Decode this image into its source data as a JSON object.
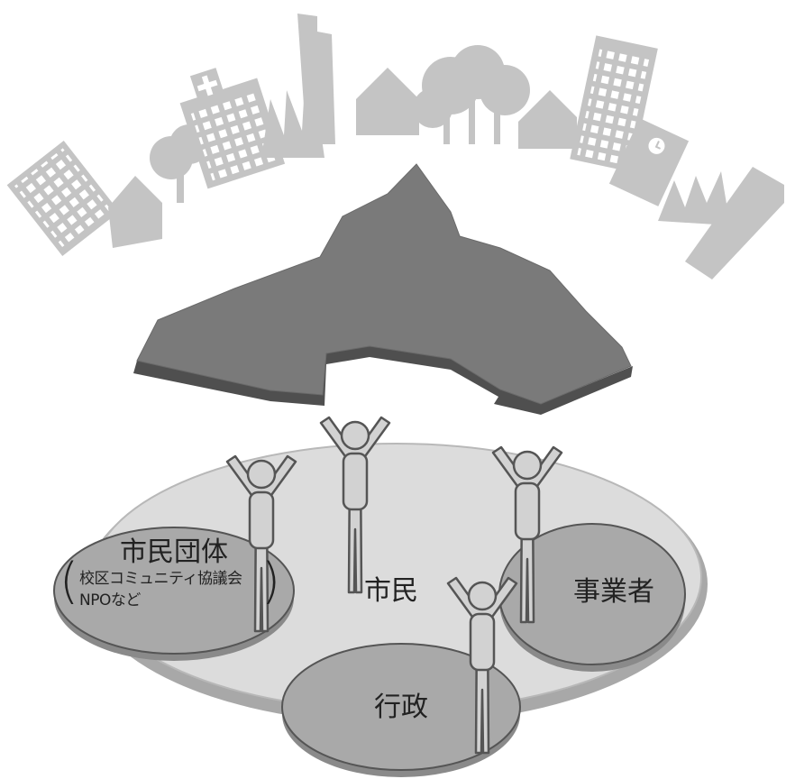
{
  "labels": {
    "shimin_dantai": "市民団体",
    "dantai_detail_1": "校区コミュニティ協議会",
    "dantai_detail_2": "NPOなど",
    "shimin": "市民",
    "jigyousha": "事業者",
    "gyousei": "行政"
  },
  "colors": {
    "skyline": "#c4c4c4",
    "map_top": "#7a7a7a",
    "map_side": "#4f4f4f",
    "platform": "#dcdcdc",
    "platform_ring": "#a8a8a8",
    "group_ellipse": "#a9a9a9",
    "person": "#d2d2d2",
    "outline": "#555555"
  }
}
